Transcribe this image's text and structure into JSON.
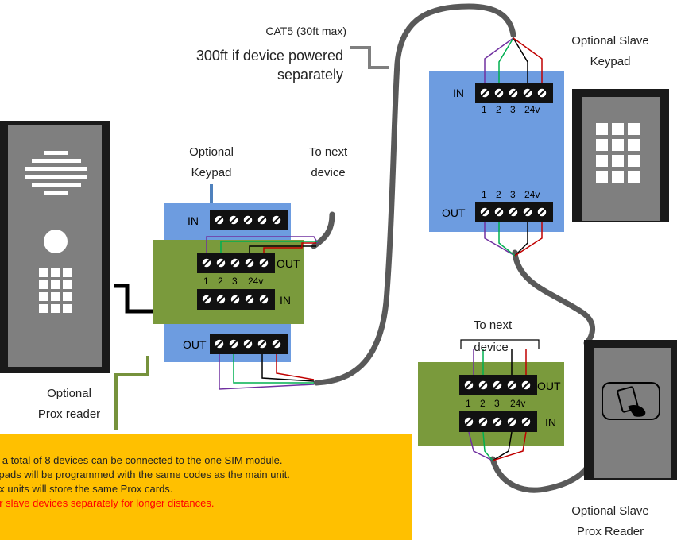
{
  "labels": {
    "cable_line1": "CAT5 (30ft max)",
    "cable_line2": "300ft if device powered",
    "cable_line3": "separately",
    "optional_keypad_line1": "Optional",
    "optional_keypad_line2": "Keypad",
    "to_next_device_line1": "To next",
    "to_next_device_line2": "device",
    "optional_prox_line1": "Optional",
    "optional_prox_line2": "Prox reader",
    "slave_keypad_line1": "Optional Slave",
    "slave_keypad_line2": "Keypad",
    "slave_prox_line1": "Optional Slave",
    "slave_prox_line2": "Prox Reader",
    "to_next_device2_line1": "To next",
    "to_next_device2_line2": "device"
  },
  "terminals": {
    "in": "IN",
    "out": "OUT",
    "pin1": "1",
    "pin2": "2",
    "pin3": "3",
    "pin4": "24v"
  },
  "notes": {
    "heading": ":",
    "lines": [
      "o a total of 8 devices can be connected to the one SIM module.",
      "ypads will be programmed with the same codes as the main unit.",
      "ox units will store the same Prox cards."
    ],
    "warning": "er slave devices separately for longer distances."
  },
  "colors": {
    "blue_board": "#6d9ce0",
    "green_board": "#7a9a3c",
    "note_bg": "#ffc000",
    "cable": "#595959",
    "terminal": "#111111"
  },
  "icons": [
    "intercom-panel",
    "speaker-grille",
    "camera-lens",
    "keypad-icon",
    "prox-card-icon"
  ]
}
